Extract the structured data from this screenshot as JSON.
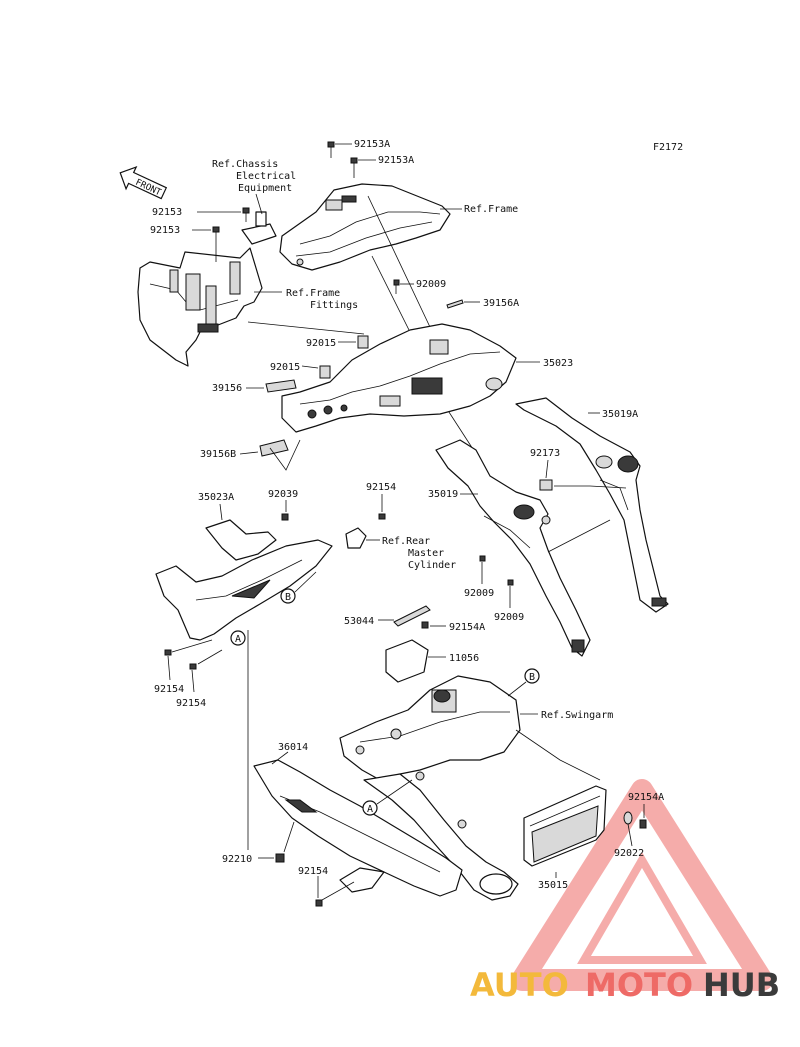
{
  "figure_code": "F2172",
  "front_label": "FRONT",
  "references": {
    "chassis": [
      "Ref.Chassis",
      "Electrical",
      "Equipment"
    ],
    "frame": "Ref.Frame",
    "frame_fittings": [
      "Ref.Frame",
      "Fittings"
    ],
    "rear_master": [
      "Ref.Rear",
      "Master",
      "Cylinder"
    ],
    "swingarm": "Ref.Swingarm"
  },
  "parts": {
    "p92153A_1": "92153A",
    "p92153A_2": "92153A",
    "p92153_1": "92153",
    "p92153_2": "92153",
    "p92009_top": "92009",
    "p39156A": "39156A",
    "p92015_1": "92015",
    "p92015_2": "92015",
    "p35023": "35023",
    "p39156": "39156",
    "p35019A": "35019A",
    "p92173": "92173",
    "p39156B": "39156B",
    "p35019": "35019",
    "p35023A": "35023A",
    "p92039": "92039",
    "p92154_top": "92154",
    "p92009_a": "92009",
    "p92009_b": "92009",
    "p53044": "53044",
    "p92154A_mid": "92154A",
    "p11056": "11056",
    "p92154_l1": "92154",
    "p92154_l2": "92154",
    "p36014": "36014",
    "p92154A_right": "92154A",
    "p92022": "92022",
    "p92210": "92210",
    "p92154_bottom": "92154",
    "p35015": "35015"
  },
  "callouts": {
    "A": "A",
    "B": "B"
  },
  "watermark": {
    "auto": "AUTO",
    "moto": "MOTO",
    "hub": "HUB"
  },
  "colors": {
    "wm_yellow": "#f3b93b",
    "wm_red": "#ee6a66",
    "wm_dark": "#3b3b3b"
  }
}
